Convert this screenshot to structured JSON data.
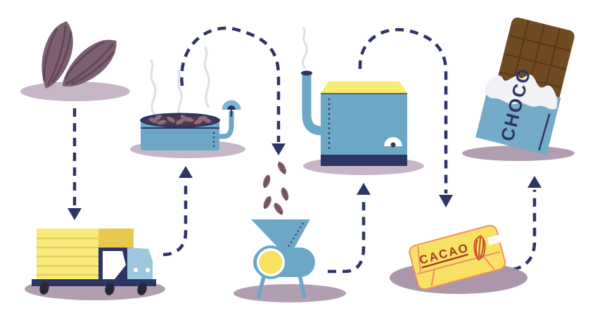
{
  "illustration": {
    "title": "chocolate-production-process-flow",
    "cacao_bag": {
      "label": "CACAO"
    },
    "chocolate_bar": {
      "label": "CHOCO"
    },
    "steps": [
      {
        "icon": "cocoa-pods-icon"
      },
      {
        "icon": "delivery-truck-icon"
      },
      {
        "icon": "roasting-pan-icon"
      },
      {
        "icon": "falling-beans-icon"
      },
      {
        "icon": "grinder-icon"
      },
      {
        "icon": "melter-machine-icon"
      },
      {
        "icon": "cacao-bag-icon"
      },
      {
        "icon": "chocolate-bar-icon"
      }
    ],
    "colors": {
      "background": "#ffffff",
      "navy": "#2d3564",
      "steel_blue": "#6ca7c6",
      "light_blue": "#9cc7dd",
      "pale_yellow": "#f9ea7c",
      "stripe_yellow": "#e6cd60",
      "deep_yellow": "#e7c94e",
      "lid_yellow": "#f6ec6d",
      "disc_yellow": "#f5e360",
      "bag_yellow": "#f8e263",
      "bag_outline": "#ef9065",
      "bag_text_red": "#a93a2c",
      "plum": "#7c5f70",
      "plum_dark": "#63485a",
      "pan_interior": "#4f3749",
      "bean_fill": "#8b6d7e",
      "chocolate_brown": "#6f4a23",
      "chocolate_groove": "#5d3a1a",
      "foil_white": "#f2f1f5",
      "steam_gray": "#dde0e7",
      "shadow_light": "#c7b6c6",
      "shadow_dark": "#b19fb1",
      "shadow_bag": "#ab96ab",
      "wheel_black": "#272735"
    }
  }
}
